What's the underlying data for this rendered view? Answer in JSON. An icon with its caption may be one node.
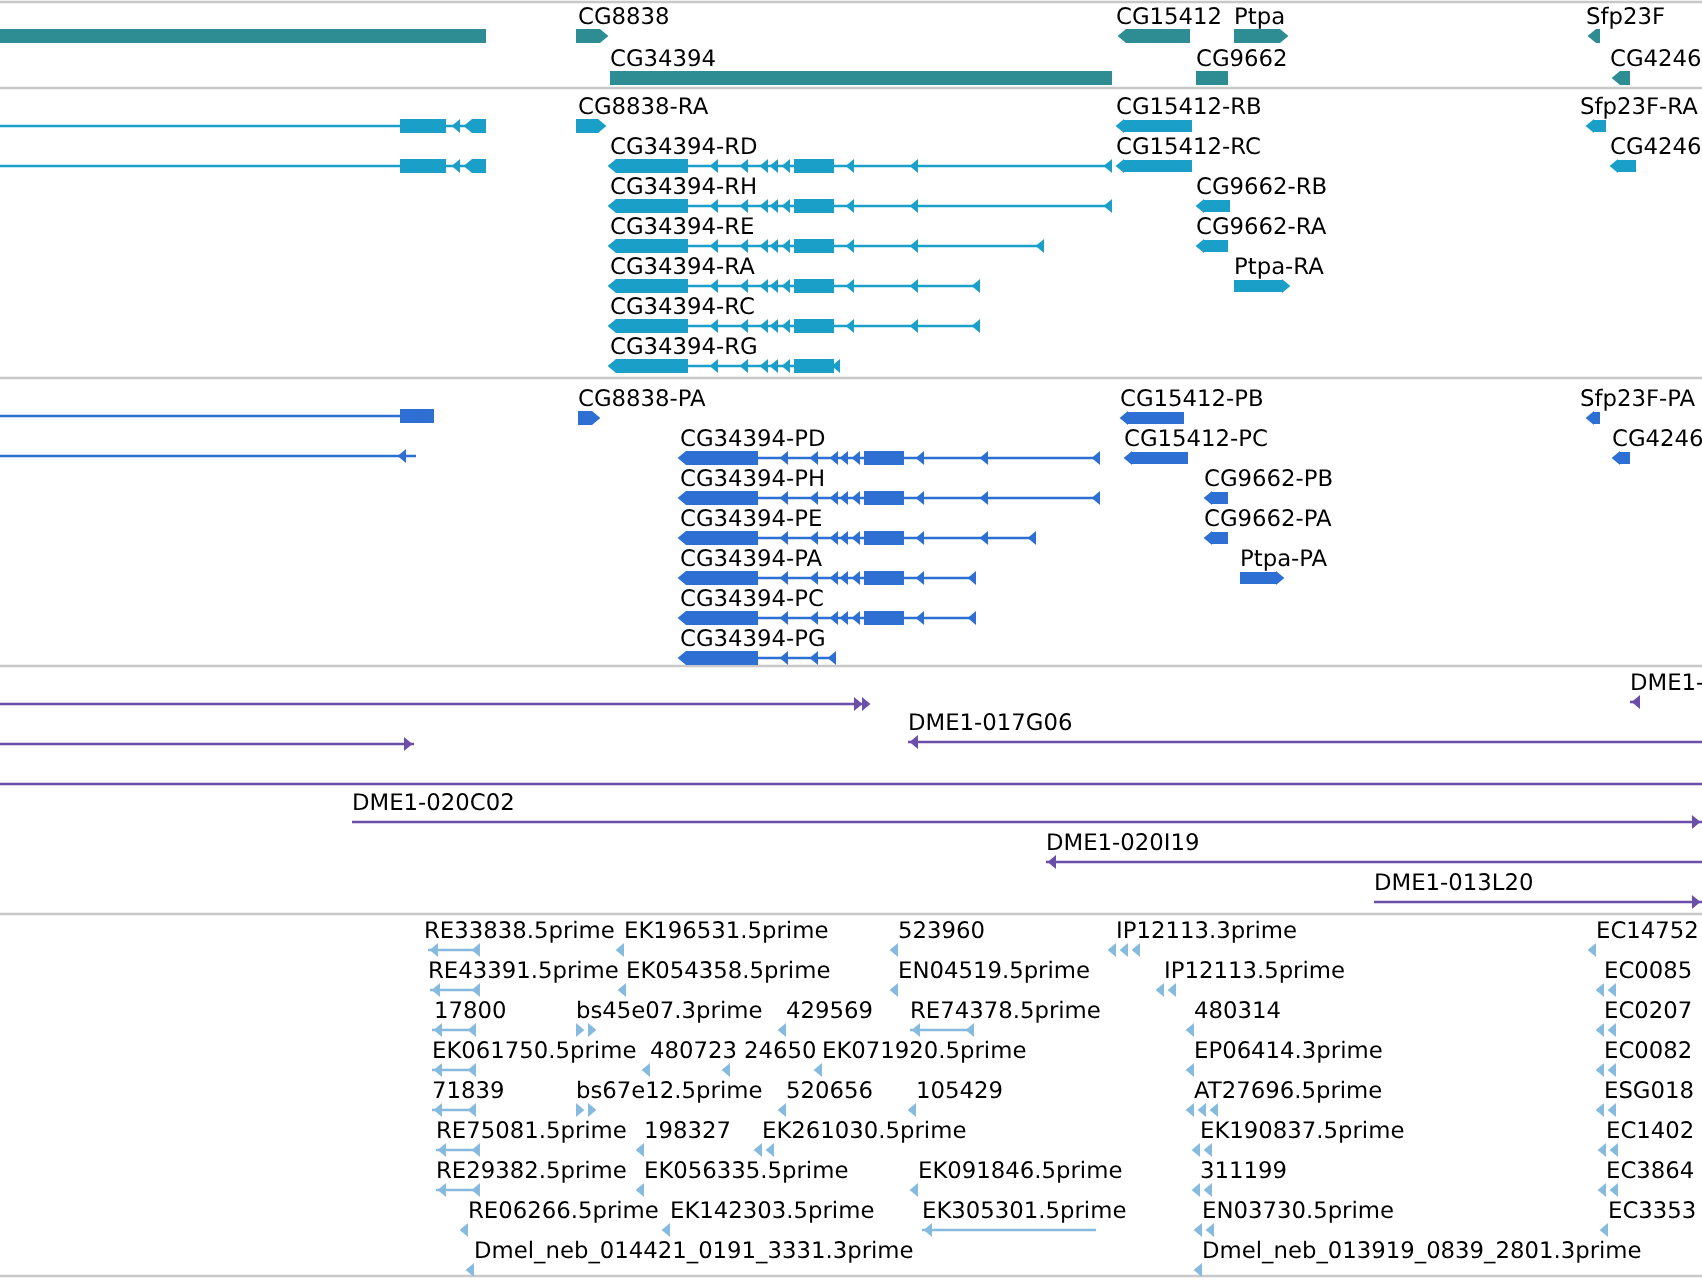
{
  "diagram": {
    "labels": [
      "CG8838",
      "CG15412",
      "Ptpa",
      "Sfp23F",
      "CG34394",
      "CG9662",
      "CG4246",
      "CG8838-RA",
      "CG15412-RB",
      "Sfp23F-RA",
      "CG34394-RD",
      "CG15412-RC",
      "CG4246",
      "CG34394-RH",
      "CG9662-RB",
      "CG34394-RE",
      "CG9662-RA",
      "CG34394-RA",
      "Ptpa-RA",
      "CG34394-RC",
      "CG34394-RG",
      "CG8838-PA",
      "CG15412-PB",
      "Sfp23F-PA",
      "CG34394-PD",
      "CG15412-PC",
      "CG4246",
      "CG34394-PH",
      "CG9662-PB",
      "CG34394-PE",
      "CG9662-PA",
      "CG34394-PA",
      "Ptpa-PA",
      "CG34394-PC",
      "CG34394-PG",
      "DME1-",
      "DME1-017G06",
      "DME1-020C02",
      "DME1-020I19",
      "DME1-013L20",
      "RE33838.5prime",
      "EK196531.5prime",
      "523960",
      "IP12113.3prime",
      "EC14752",
      "RE43391.5prime",
      "EK054358.5prime",
      "EN04519.5prime",
      "IP12113.5prime",
      "EC0085",
      "17800",
      "bs45e07.3prime",
      "429569",
      "RE74378.5prime",
      "480314",
      "EC0207",
      "EK061750.5prime",
      "480723",
      "24650",
      "EK071920.5prime",
      "EP06414.3prime",
      "EC0082",
      "71839",
      "bs67e12.5prime",
      "520656",
      "105429",
      "AT27696.5prime",
      "ESG018",
      "RE75081.5prime",
      "198327",
      "EK261030.5prime",
      "EK190837.5prime",
      "EC1402",
      "RE29382.5prime",
      "EK056335.5prime",
      "EK091846.5prime",
      "311199",
      "EC3864",
      "RE06266.5prime",
      "EK142303.5prime",
      "EK305301.5prime",
      "EN03730.5prime",
      "EC3353",
      "Dmel_neb_014421_0191_3331.3prime",
      "Dmel_neb_013919_0839_2801.3prime"
    ]
  }
}
